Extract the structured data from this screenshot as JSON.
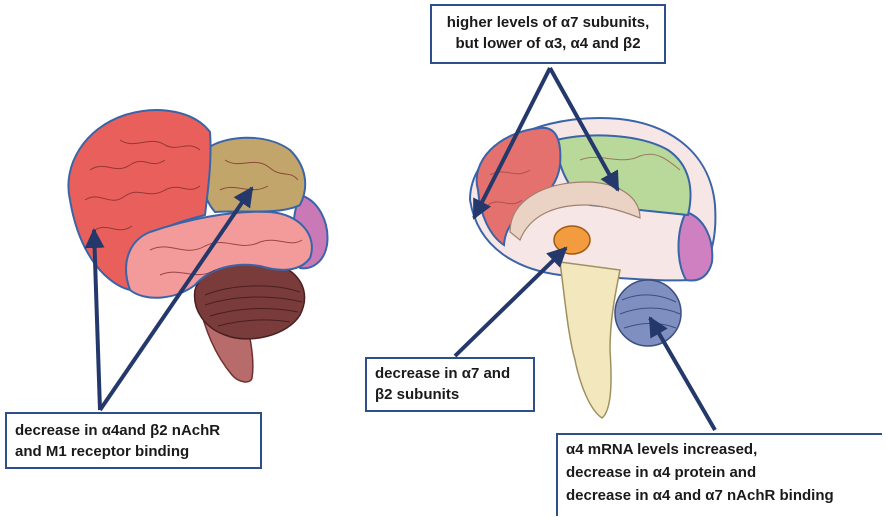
{
  "colors": {
    "frontal": "#e85f5c",
    "temporal": "#f39a9a",
    "parietal": "#c2a56a",
    "occipital": "#c97ab6",
    "cerebellum": "#7a3b3b",
    "brainstem": "#b86b6b",
    "medial_frontal": "#e4716e",
    "medial_parietal": "#b9d99a",
    "medial_occipital": "#cf80c0",
    "thalamus": "#f39b3f",
    "medial_cerebellum": "#7f8fbf",
    "medial_brainstem": "#f2e7bd",
    "outline": "#3a64a8",
    "arrow": "#24386b",
    "callout_border": "#2e4f8a"
  },
  "callouts": {
    "top": {
      "line1": "higher levels of α7 subunits,",
      "line2": "but lower of α3, α4 and β2"
    },
    "middle": {
      "line1": "decrease in α7 and",
      "line2": "β2 subunits"
    },
    "left": {
      "line1": "decrease in α4and β2 nAchR",
      "line2": "and M1 receptor binding"
    },
    "right": {
      "line1": "α4 mRNA levels increased,",
      "line2": "decrease in α4 protein and",
      "line3": "decrease in α4 and α7 nAchR binding"
    }
  }
}
